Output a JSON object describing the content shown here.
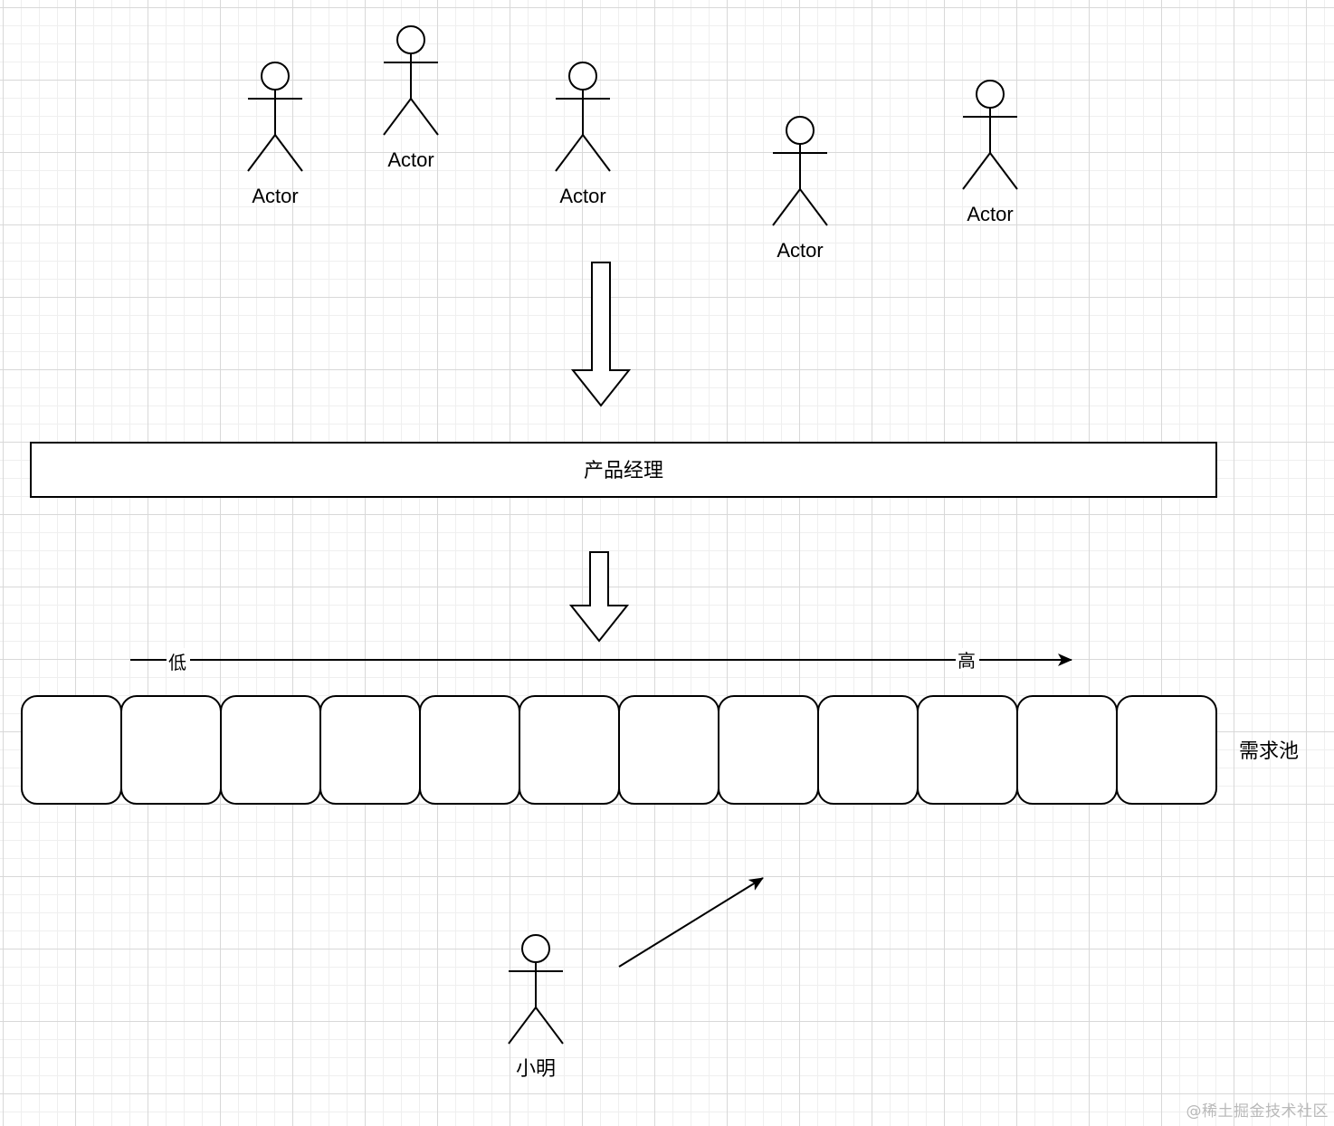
{
  "actors": [
    {
      "id": "a1",
      "label": "Actor"
    },
    {
      "id": "a2",
      "label": "Actor"
    },
    {
      "id": "a3",
      "label": "Actor"
    },
    {
      "id": "a4",
      "label": "Actor"
    },
    {
      "id": "a5",
      "label": "Actor"
    }
  ],
  "product_manager": {
    "label": "产品经理"
  },
  "priority_axis": {
    "low_label": "低",
    "high_label": "高"
  },
  "requirement_pool": {
    "label": "需求池",
    "slot_count": 12
  },
  "xiaoming": {
    "label": "小明"
  },
  "watermark": "@稀土掘金技术社区",
  "colors": {
    "stroke": "#000000",
    "grid_major": "#d8d8d8",
    "grid_minor": "#efefef",
    "watermark": "#b9b9b9"
  }
}
